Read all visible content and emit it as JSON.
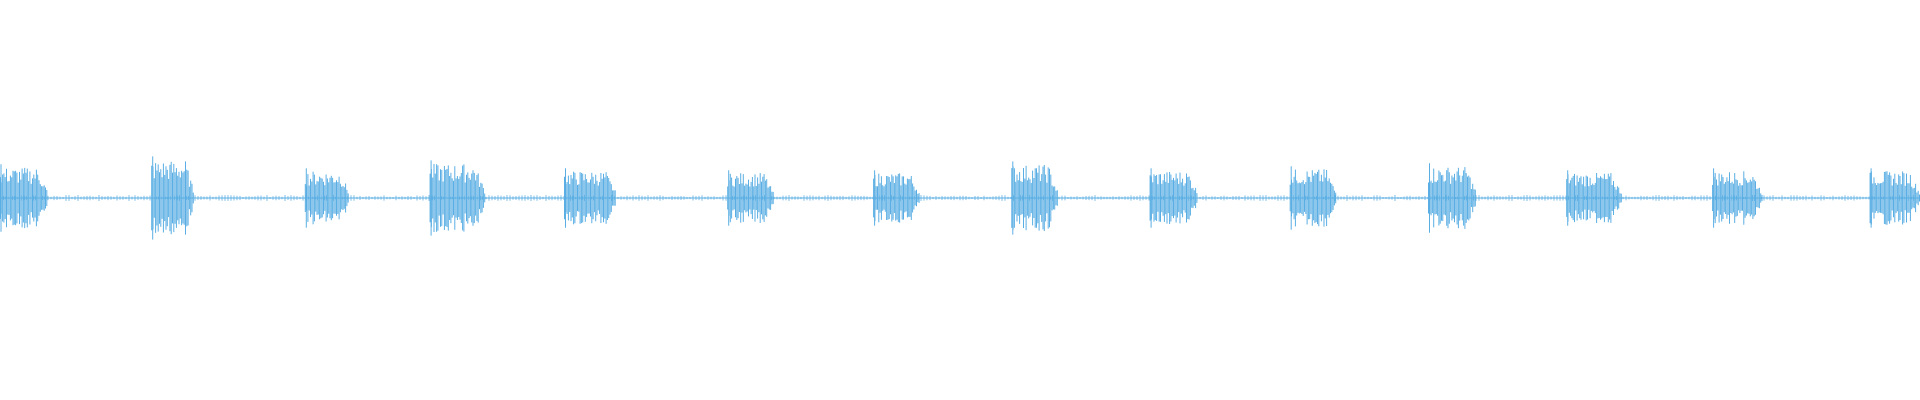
{
  "waveform": {
    "color": "#5aaee3",
    "background": "#ffffff",
    "duration_fraction_bursts": [
      {
        "start": 0.0,
        "end": 0.025,
        "peak": 0.34
      },
      {
        "start": 0.079,
        "end": 0.101,
        "peak": 0.42
      },
      {
        "start": 0.159,
        "end": 0.182,
        "peak": 0.3
      },
      {
        "start": 0.224,
        "end": 0.253,
        "peak": 0.38
      },
      {
        "start": 0.294,
        "end": 0.321,
        "peak": 0.3
      },
      {
        "start": 0.379,
        "end": 0.403,
        "peak": 0.28
      },
      {
        "start": 0.455,
        "end": 0.479,
        "peak": 0.28
      },
      {
        "start": 0.527,
        "end": 0.551,
        "peak": 0.37
      },
      {
        "start": 0.599,
        "end": 0.624,
        "peak": 0.3
      },
      {
        "start": 0.672,
        "end": 0.696,
        "peak": 0.32
      },
      {
        "start": 0.744,
        "end": 0.769,
        "peak": 0.35
      },
      {
        "start": 0.816,
        "end": 0.845,
        "peak": 0.28
      },
      {
        "start": 0.892,
        "end": 0.918,
        "peak": 0.3
      },
      {
        "start": 0.974,
        "end": 1.0,
        "peak": 0.3
      }
    ]
  }
}
